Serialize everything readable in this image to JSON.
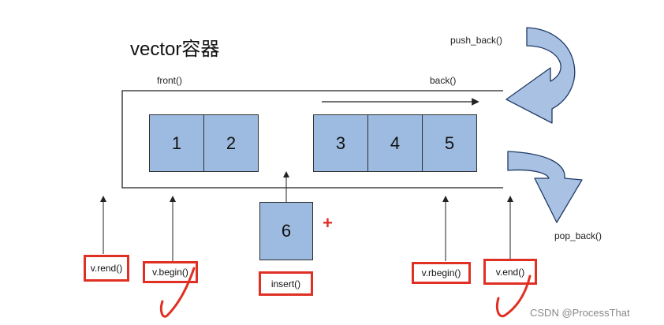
{
  "title": "vector容器",
  "ops": {
    "front": "front()",
    "back": "back()",
    "push_back": "push_back()",
    "pop_back": "pop_back()"
  },
  "elements": [
    "1",
    "2",
    "3",
    "4",
    "5"
  ],
  "insert_value": "6",
  "plus": "+",
  "iterators": {
    "rend": "v.rend()",
    "begin": "v.begin()",
    "insert": "insert()",
    "rbegin": "v.rbegin()",
    "end": "v.end()"
  },
  "colors": {
    "cell_fill": "#9dbbe0",
    "highlight": "#e03024"
  },
  "watermark": "CSDN @ProcessThat"
}
